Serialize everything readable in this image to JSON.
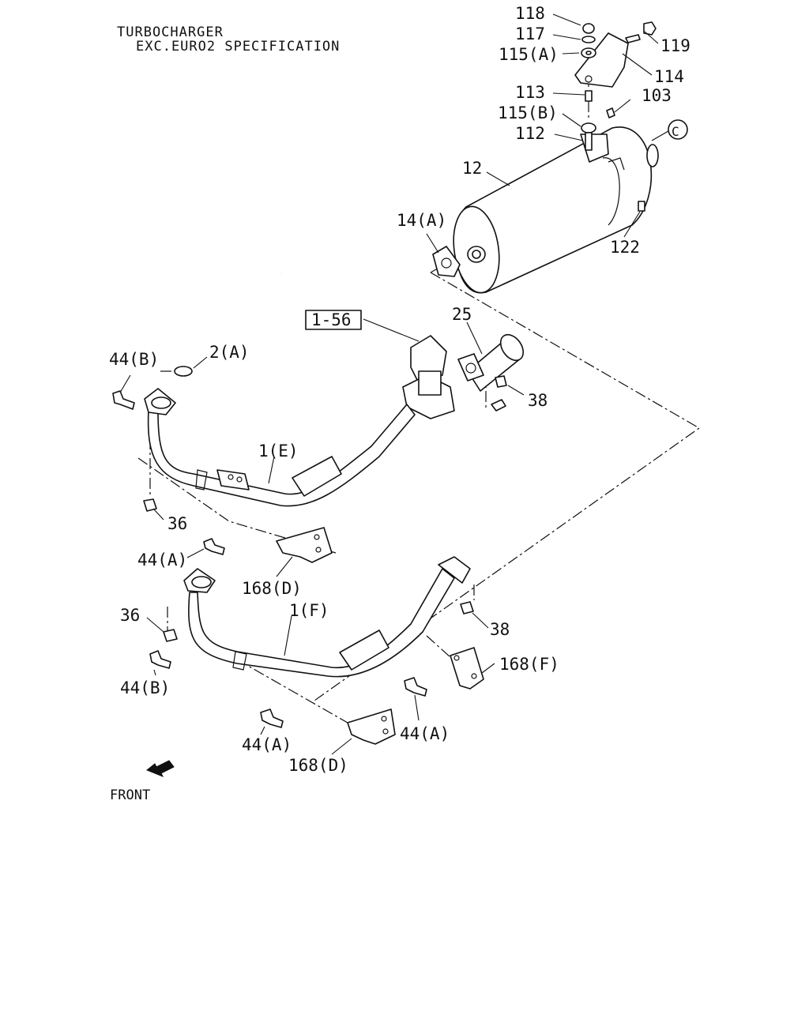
{
  "header": {
    "line1": "TURBOCHARGER",
    "line2": "EXC.EURO2 SPECIFICATION"
  },
  "ref_box": "1-56",
  "circle_ref": "C",
  "front_label": "FRONT",
  "arrow_icon": "front-direction-arrow-icon",
  "labels": {
    "p118": "118",
    "p117": "117",
    "p115a": "115(A)",
    "p119": "119",
    "p114": "114",
    "p113": "113",
    "p103": "103",
    "p115b": "115(B)",
    "p112": "112",
    "p12": "12",
    "p14a": "14(A)",
    "p122": "122",
    "p25": "25",
    "p38_top": "38",
    "p2a": "2(A)",
    "p44b_top": "44(B)",
    "p1e": "1(E)",
    "p36_top": "36",
    "p44a_mid": "44(A)",
    "p168d_mid": "168(D)",
    "p1f": "1(F)",
    "p36_bot": "36",
    "p38_bot": "38",
    "p44b_bot": "44(B)",
    "p168f": "168(F)",
    "p44a_bot_left": "44(A)",
    "p44a_bot_right": "44(A)",
    "p168d_bot": "168(D)"
  }
}
